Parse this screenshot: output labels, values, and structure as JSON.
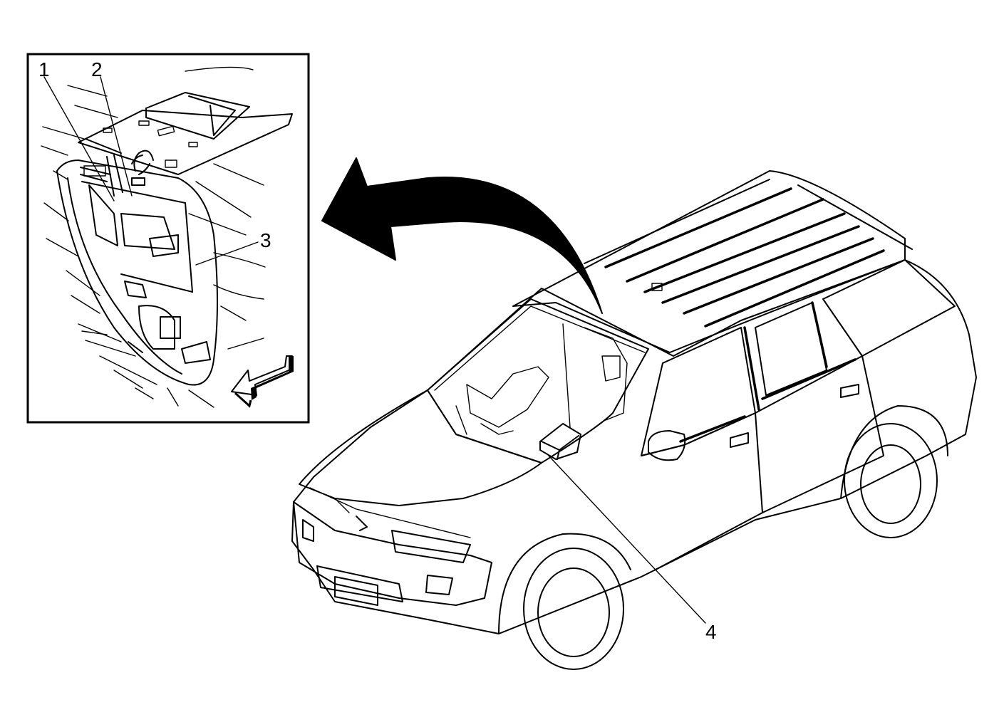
{
  "callouts": [
    {
      "id": "1",
      "label": "1"
    },
    {
      "id": "2",
      "label": "2"
    },
    {
      "id": "3",
      "label": "3"
    },
    {
      "id": "4",
      "label": "4"
    }
  ],
  "colors": {
    "line": "#000000",
    "background": "#ffffff"
  },
  "icons": [
    "direction-arrow-icon",
    "view-direction-arrow-icon"
  ]
}
